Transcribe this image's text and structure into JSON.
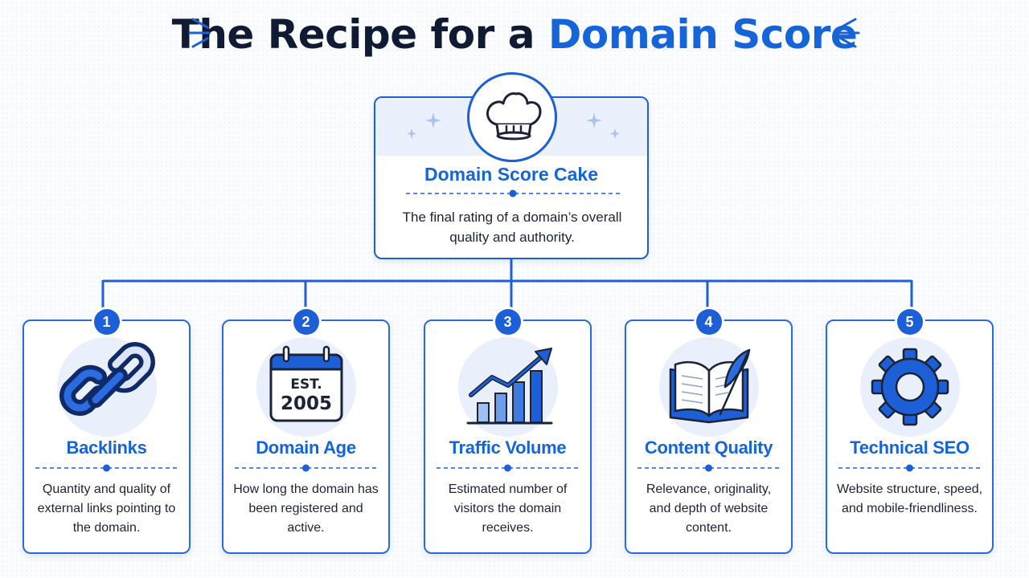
{
  "title": {
    "main": "The Recipe for a ",
    "highlight": "Domain Score"
  },
  "hero": {
    "icon": "chef-hat-icon",
    "title": "Domain Score Cake",
    "description": "The final rating of a domain’s overall quality and authority."
  },
  "ingredients": [
    {
      "number": "1",
      "icon": "chain-link-icon",
      "title": "Backlinks",
      "description": "Quantity and quality of external links pointing to the domain."
    },
    {
      "number": "2",
      "icon": "calendar-icon",
      "title": "Domain Age",
      "calendar_line1": "EST.",
      "calendar_line2": "2005",
      "description": "How long the domain has been registered and active."
    },
    {
      "number": "3",
      "icon": "growth-chart-icon",
      "title": "Traffic Volume",
      "description": "Estimated number of visitors the domain receives."
    },
    {
      "number": "4",
      "icon": "book-quill-icon",
      "title": "Content Quality",
      "description": "Relevance, originality, and depth of website content."
    },
    {
      "number": "5",
      "icon": "gear-icon",
      "title": "Technical SEO",
      "description": "Website structure, speed, and mobile-friendliness."
    }
  ],
  "colors": {
    "primary": "#1c5fd6",
    "heading": "#1565d8",
    "dark_text": "#0f1b33",
    "tint": "#e9f0fc"
  }
}
